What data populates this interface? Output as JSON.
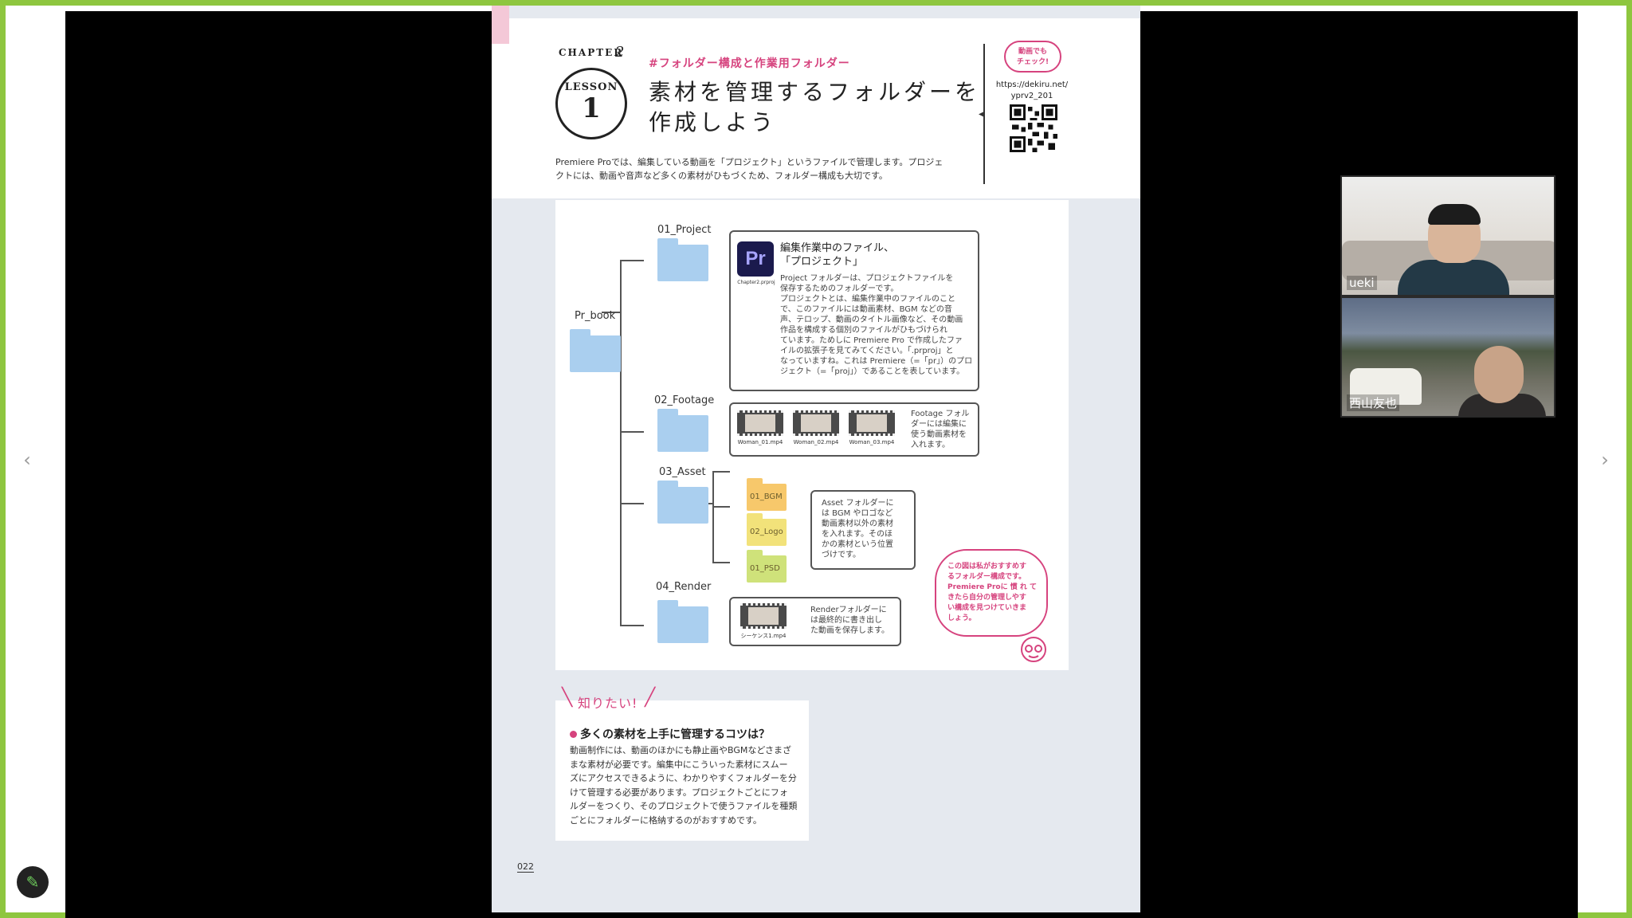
{
  "nav": {
    "prev_icon": "‹",
    "next_icon": "›"
  },
  "edit_button": {
    "icon": "✎"
  },
  "page": {
    "chapter_label": "CHAPTER",
    "chapter_number": "2",
    "lesson_word": "LESSON",
    "lesson_number": "1",
    "tagline": "#フォルダー構成と作業用フォルダー",
    "title_line1": "素材を管理するフォルダーを",
    "title_line2": "作成しよう",
    "intro_line1": "Premiere Proでは、編集している動画を「プロジェクト」というファイルで管理します。プロジェ",
    "intro_line2": "クトには、動画や音声など多くの素材がひもづくため、フォルダー構成も大切です。",
    "video_bubble_line1": "動画でも",
    "video_bubble_line2": "チェック!",
    "url_line1": "https://dekiru.net/",
    "url_line2": "yprv2_201",
    "page_number": "022"
  },
  "diagram": {
    "root_label": "Pr_book",
    "folders": {
      "project": "01_Project",
      "footage": "02_Footage",
      "asset": "03_Asset",
      "render": "04_Render"
    },
    "project_bubble": {
      "icon_text": "Pr",
      "file_name": "Chapter2.prproj",
      "head_line1": "編集作業中のファイル、",
      "head_line2": "「プロジェクト」",
      "body_lines": [
        "Project フォルダーは、プロジェクトファイルを",
        "保存するためのフォルダーです。",
        "プロジェクトとは、編集作業中のファイルのこと",
        "で、このファイルには動画素材、BGM などの音",
        "声、テロップ、動画のタイトル画像など、その動画",
        "作品を構成する個別のファイルがひもづけられ",
        "ています。ためしに Premiere Pro で作成したファ",
        "イルの拡張子を見てみてください。「.prproj」と",
        "なっていますね。これは Premiere（=「pr」）のプロ",
        "ジェクト（=「proj」）であることを表しています。"
      ]
    },
    "footage_bubble": {
      "files": [
        "Woman_01.mp4",
        "Woman_02.mp4",
        "Woman_03.mp4"
      ],
      "text_lines": [
        "Footage フォル",
        "ダーには編集に",
        "使う動画素材を",
        "入れます。"
      ]
    },
    "asset_subfolders": [
      "01_BGM",
      "02_Logo",
      "01_PSD"
    ],
    "asset_bubble_lines": [
      "Asset フォルダーに",
      "は BGM やロゴなど",
      "動画素材以外の素材",
      "を入れます。そのほ",
      "かの素材という位置",
      "づけです。"
    ],
    "render_bubble": {
      "file": "シーケンス1.mp4",
      "text_lines": [
        "Renderフォルダーに",
        "は最終的に書き出し",
        "た動画を保存します。"
      ]
    },
    "tip_lines": [
      "この図は私がおすすめす",
      "るフォルダー構成です。",
      "Premiere Proに 慣 れ て",
      "きたら自分の管理しやす",
      "い構成を見つけていきま",
      "しょう。"
    ]
  },
  "know_box": {
    "label": "知りたい!",
    "heading": "多くの素材を上手に管理するコツは？",
    "body_lines": [
      "動画制作には、動画のほかにも静止画やBGMなどさまざ",
      "まな素材が必要です。編集中にこういった素材にスムー",
      "ズにアクセスできるように、わかりやすくフォルダーを分",
      "けて管理する必要があります。プロジェクトごとにフォ",
      "ルダーをつくり、そのプロジェクトで使うファイルを種類",
      "ごとにフォルダーに格納するのがおすすめです。"
    ]
  },
  "participants": [
    {
      "name": "ueki"
    },
    {
      "name": "西山友也"
    }
  ],
  "colors": {
    "frame": "#8ec63f",
    "accent_pink": "#d6437e",
    "folder_blue": "#aacfef",
    "bgm_folder": "#f7c86b",
    "logo_folder": "#f2e27a",
    "psd_folder": "#cfe27a"
  }
}
